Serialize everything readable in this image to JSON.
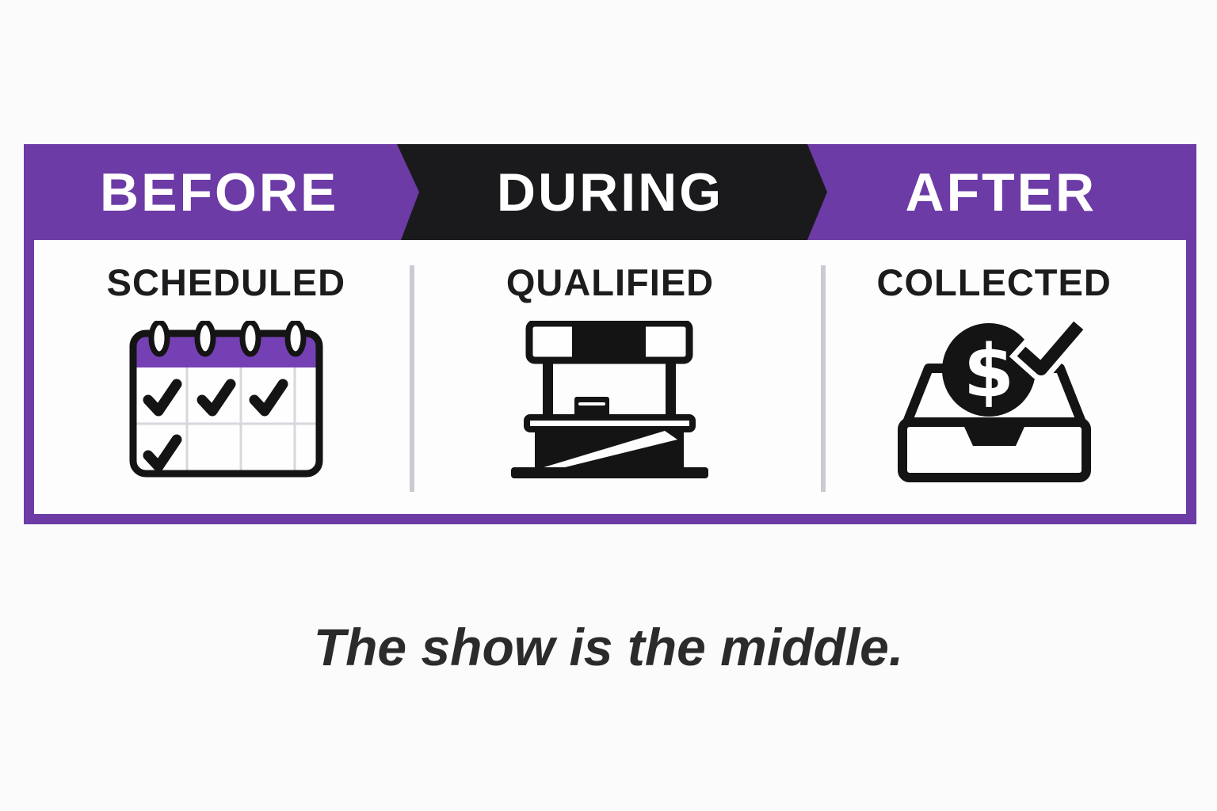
{
  "banner": {
    "stages": [
      {
        "label": "BEFORE"
      },
      {
        "label": "DURING"
      },
      {
        "label": "AFTER"
      }
    ]
  },
  "columns": [
    {
      "label": "SCHEDULED",
      "icon": "calendar-with-checkmarks"
    },
    {
      "label": "QUALIFIED",
      "icon": "trade-show-booth"
    },
    {
      "label": "COLLECTED",
      "icon": "inbox-with-dollar-coin-and-check"
    }
  ],
  "icons": {
    "dollar_symbol": "$"
  },
  "caption": "The show is the middle.",
  "colors": {
    "banner_purple": "#6C3BA6",
    "chevron_black": "#1A1A1C",
    "calendar_header_purple": "#7440B4",
    "ink_black": "#141414",
    "divider_gray": "#CCC9D2",
    "label_ink": "#1C1C1E",
    "caption_ink": "#2B2B2B",
    "page_background": "#FBFBFB",
    "panel_white": "#FDFDFD"
  }
}
